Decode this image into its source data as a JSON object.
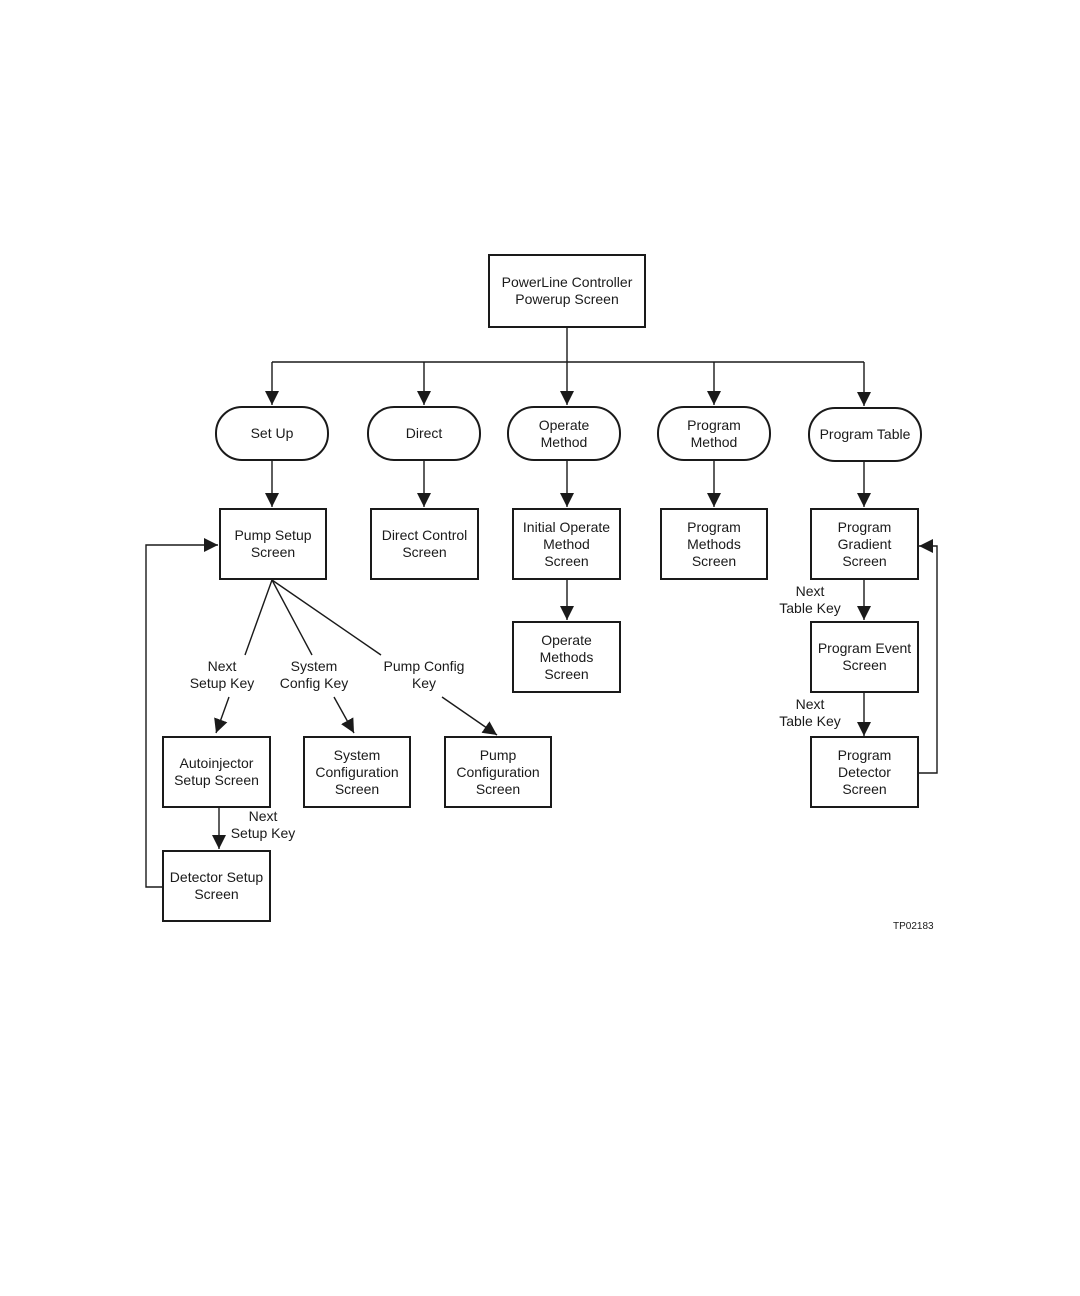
{
  "nodes": {
    "root": "PowerLine Controller\nPowerup Screen",
    "setup": "Set Up",
    "direct": "Direct",
    "operate": "Operate\nMethod",
    "program": "Program\nMethod",
    "table": "Program Table",
    "pump_setup": "Pump Setup\nScreen",
    "direct_ctrl": "Direct Control\nScreen",
    "init_operate": "Initial Operate\nMethod\nScreen",
    "prog_methods": "Program\nMethods\nScreen",
    "prog_gradient": "Program\nGradient\nScreen",
    "operate_methods": "Operate\nMethods\nScreen",
    "prog_event": "Program Event\nScreen",
    "autoinjector": "Autoinjector\nSetup Screen",
    "sys_config": "System\nConfiguration\nScreen",
    "pump_config": "Pump\nConfiguration\nScreen",
    "prog_detector": "Program\nDetector\nScreen",
    "detector_setup": "Detector Setup\nScreen"
  },
  "edge_labels": {
    "next_setup_key_1": "Next\nSetup Key",
    "system_config_key": "System\nConfig Key",
    "pump_config_key": "Pump Config\nKey",
    "next_setup_key_2": "Next\nSetup Key",
    "next_table_key_1": "Next\nTable Key",
    "next_table_key_2": "Next\nTable Key"
  },
  "figure_code": "TP02183"
}
